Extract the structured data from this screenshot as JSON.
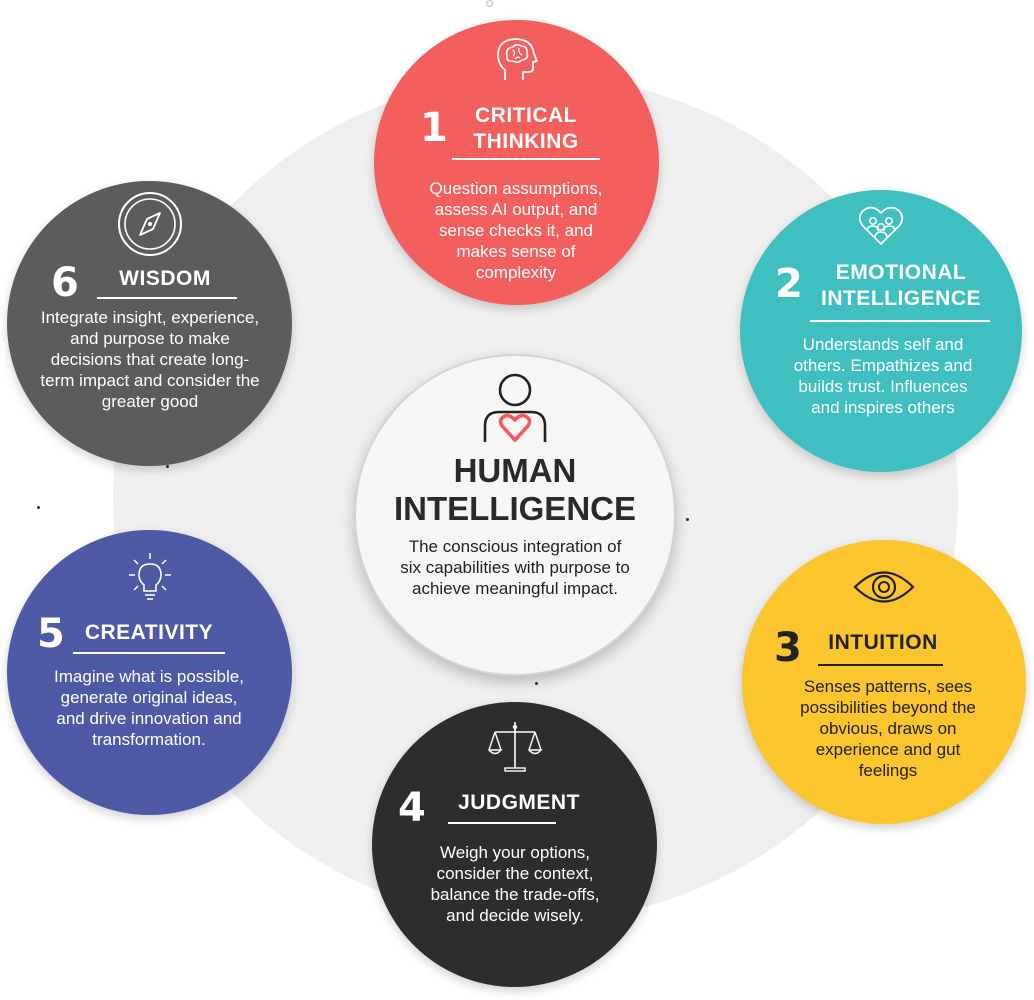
{
  "center": {
    "title_line1": "HUMAN",
    "title_line2": "INTELLIGENCE",
    "description": "The conscious integration of six capabilities with purpose to achieve meaningful impact.",
    "icon": "person-heart-icon",
    "heart_color": "#f25b5b"
  },
  "capabilities": [
    {
      "number": "1",
      "title_line1": "CRITICAL",
      "title_line2": "THINKING",
      "description": "Question assumptions, assess AI output, and sense checks it,  and makes sense of complexity",
      "color": "#f25f5c",
      "icon": "brain-head-icon"
    },
    {
      "number": "2",
      "title_line1": "EMOTIONAL",
      "title_line2": "INTELLIGENCE",
      "description": "Understands self and others. Empathizes and builds trust. Influences and inspires others",
      "color": "#3fbfbf",
      "icon": "people-heart-icon"
    },
    {
      "number": "3",
      "title_line1": "INTUITION",
      "title_line2": "",
      "description": "Senses patterns, sees possibilities beyond the obvious, draws on experience and gut feelings",
      "color": "#fbc52d",
      "icon": "eye-icon"
    },
    {
      "number": "4",
      "title_line1": "JUDGMENT",
      "title_line2": "",
      "description": "Weigh your options, consider the context, balance the trade-offs, and decide wisely.",
      "color": "#2d2d2d",
      "icon": "scales-icon"
    },
    {
      "number": "5",
      "title_line1": "CREATIVITY",
      "title_line2": "",
      "description": "Imagine what is possible, generate original ideas, and drive innovation and transformation.",
      "color": "#4f5aa7",
      "icon": "lightbulb-icon"
    },
    {
      "number": "6",
      "title_line1": "WISDOM",
      "title_line2": "",
      "description": "Integrate insight, experience, and purpose to make decisions that create long-term impact and consider the greater good",
      "color": "#5c5c5c",
      "icon": "compass-icon"
    }
  ]
}
